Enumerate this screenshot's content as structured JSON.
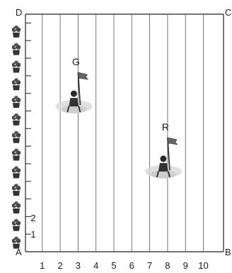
{
  "corners": {
    "top_left": "D",
    "top_right": "C",
    "bottom_left": "A",
    "bottom_right": "B"
  },
  "x_axis": {
    "ticks": [
      "1",
      "2",
      "3",
      "4",
      "5",
      "6",
      "7",
      "8",
      "9",
      "10"
    ]
  },
  "y_axis": {
    "ticks": [
      "1",
      "2"
    ],
    "plant_count": 13
  },
  "markers": [
    {
      "label": "G",
      "x": 3.0,
      "y": 8.5
    },
    {
      "label": "R",
      "x": 8.0,
      "y": 4.8
    }
  ],
  "colors": {
    "line": "#222222",
    "plant": "#333333",
    "flag": "#555555"
  }
}
